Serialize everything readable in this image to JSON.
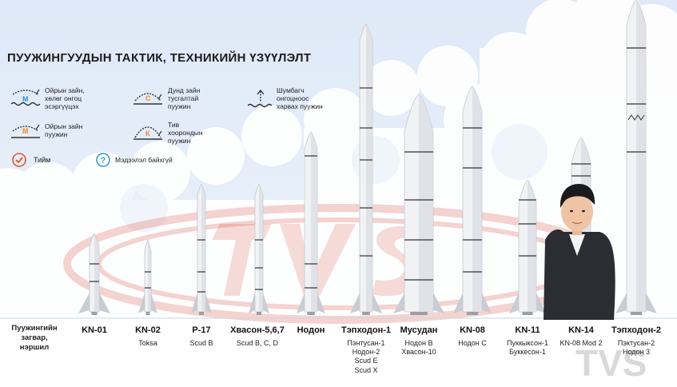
{
  "title": "ПУУЖИНГУУДЫН ТАКТИК, ТЕХНИКИЙН ҮЗҮҮЛЭЛТ",
  "legend": {
    "land_sea": "Ойрын зайн,\nхөлөг онгоц\nэсэргүүцэх",
    "short_range": "Ойрын зайн\nпуужин",
    "medium_range": "Дунд зайн\nтусгалтай\nпуужин",
    "intercontinental": "Тив\nхоорондын\nпуужин",
    "submarine": "Шумбагч\nонгоцноос\nхарвах пуужин",
    "yes": "Тийм",
    "unknown": "Мэдээлэл байхгүй"
  },
  "icons": {
    "land_sea_letter": "М",
    "short_range_letter": "М",
    "medium_range_letter": "С",
    "intercontinental_letter": "К"
  },
  "row_label": "Пуужингийн\nзагвар,\nнэршил",
  "missiles": [
    {
      "name": "KN-01",
      "sub": ""
    },
    {
      "name": "KN-02",
      "sub": "Toksa"
    },
    {
      "name": "Р-17",
      "sub": "Scud B"
    },
    {
      "name": "Хвасон-5,6,7",
      "sub": "Scud B, C, D"
    },
    {
      "name": "Нодон",
      "sub": ""
    },
    {
      "name": "Тэпходон-1",
      "sub": "Пэнтусан-1\nНодон-2\nScud E\nScud X"
    },
    {
      "name": "Мусудан",
      "sub": "Нодон В\nХвасон-10"
    },
    {
      "name": "KN-08",
      "sub": "Нодон С"
    },
    {
      "name": "KN-11",
      "sub": "Пуккыксон-1\nБуккесон-1"
    },
    {
      "name": "KN-14",
      "sub": "KN-08 Mod 2"
    },
    {
      "name": "Тэпходон-2",
      "sub": "Пэктусан-2\nНодон 3"
    }
  ],
  "colors": {
    "sky": "#e4edf8",
    "cloud": "#ffffff",
    "watermark": "#d93a2b",
    "rocket_body": "#f1f2f4",
    "rocket_shade": "#c9ccd2",
    "rocket_band": "#333333",
    "check": "#e2572a",
    "question": "#3b9ad6",
    "icon_blue": "#2b8fd6",
    "icon_orange": "#e98a2a"
  }
}
